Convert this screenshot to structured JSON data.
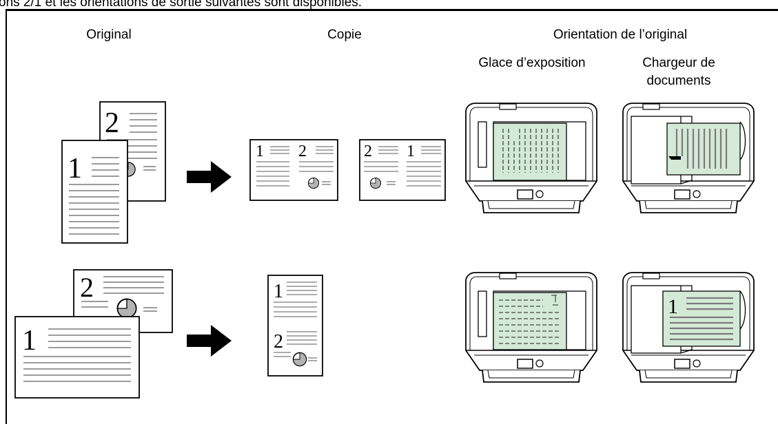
{
  "intro_text": "ons 2/1 et les orientations de sortie suivantes sont disponibles.",
  "headers": {
    "original": "Original",
    "copie": "Copie",
    "orientation": "Orientation de l’original",
    "glace": "Glace d’exposition",
    "chargeur_line1": "Chargeur de",
    "chargeur_line2": "documents"
  },
  "page_numbers": {
    "one": "1",
    "two": "2"
  },
  "colors": {
    "glass_fill": "#d4ead7",
    "pie_fill": "#b3b3b3",
    "line_gray": "#7a7a7a"
  }
}
